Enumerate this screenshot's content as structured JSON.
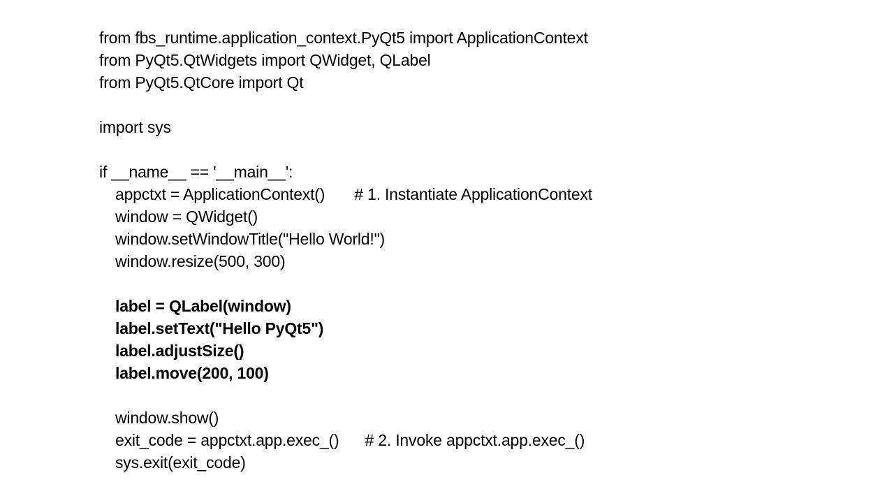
{
  "code": {
    "line_01": "from fbs_runtime.application_context.PyQt5 import ApplicationContext",
    "line_02": "from PyQt5.QtWidgets import QWidget, QLabel",
    "line_03": "from PyQt5.QtCore import Qt",
    "line_05": "import sys",
    "line_07": "if __name__ == '__main__':",
    "line_08_code": "appctxt = ApplicationContext()",
    "line_08_comment": "# 1. Instantiate ApplicationContext",
    "line_09": "window = QWidget()",
    "line_10": "window.setWindowTitle(\"Hello World!\")",
    "line_11": "window.resize(500, 300)",
    "line_13": "label = QLabel(window)",
    "line_14": "label.setText(\"Hello PyQt5\")",
    "line_15": "label.adjustSize()",
    "line_16": "label.move(200, 100)",
    "line_18": "window.show()",
    "line_19_code": "exit_code = appctxt.app.exec_()",
    "line_19_comment": "# 2. Invoke appctxt.app.exec_()",
    "line_20": "sys.exit(exit_code)"
  }
}
